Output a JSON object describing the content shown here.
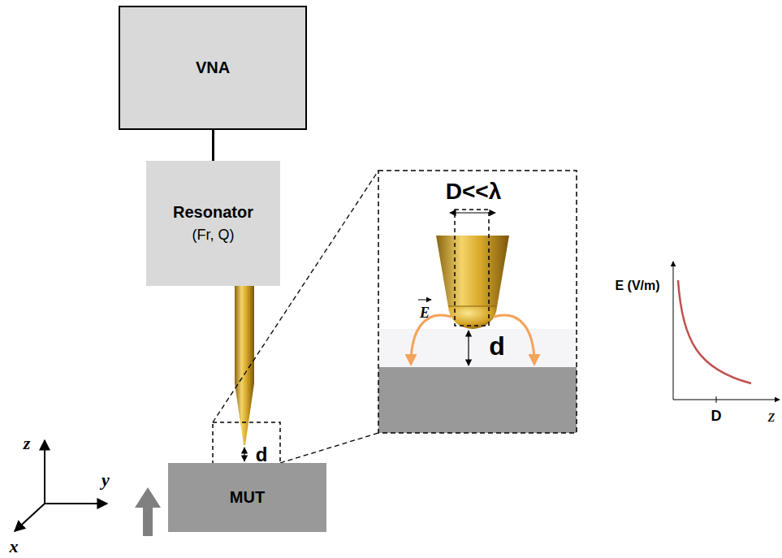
{
  "diagram": {
    "nodes": [
      {
        "text": [
          "VNA"
        ]
      },
      {
        "text": [
          "Resonator",
          "(Fr, Q)"
        ]
      },
      {
        "text": [
          "MUT"
        ]
      }
    ],
    "edges": [
      {
        "from": 0,
        "to": 1,
        "arrow": "none"
      }
    ],
    "labels": [
      "d",
      "D<<λ",
      "d",
      "E",
      "E (V/m)",
      "D",
      "z",
      "z",
      "y",
      "x"
    ]
  }
}
